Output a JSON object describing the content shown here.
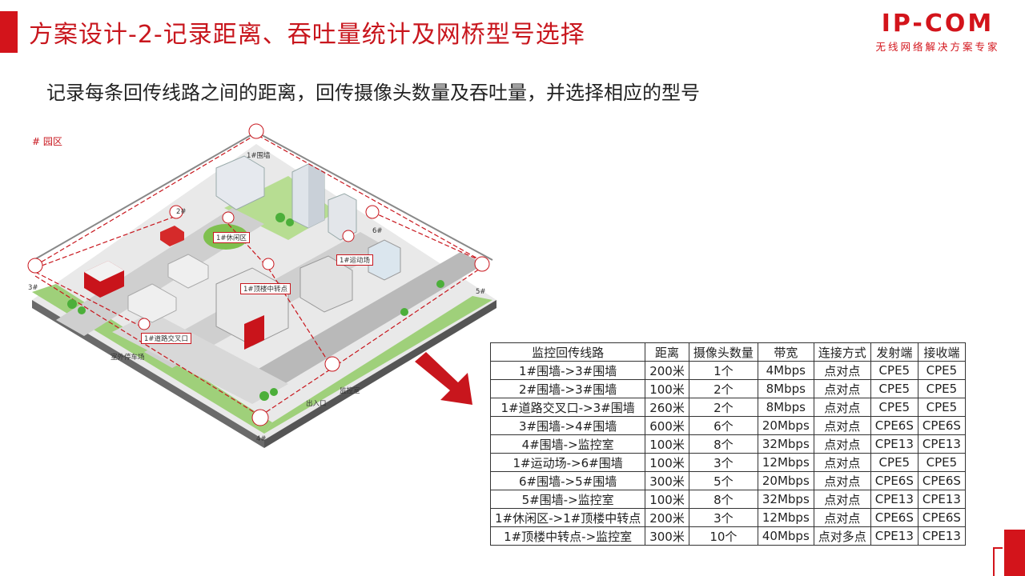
{
  "header": {
    "title": "方案设计-2-记录距离、吞吐量统计及网桥型号选择",
    "logo_main": "IP-COM",
    "logo_sub": "无线网络解决方案专家"
  },
  "subtitle": "记录每条回传线路之间的距离，回传摄像头数量及吞吐量，并选择相应的型号",
  "campus": {
    "label": "# 园区",
    "labels": {
      "wall1": "1#围墙",
      "wall2": "2#",
      "wall3": "3#",
      "wall4": "4#",
      "wall5": "5#",
      "wall6": "6#",
      "leisure": "1#休闲区",
      "sports": "1#运动场",
      "relay": "1#顶楼中转点",
      "crossroad": "1#道路交叉口",
      "parking": "室外停车场",
      "gate": "出入口",
      "monitor": "监控室"
    }
  },
  "table": {
    "headers": [
      "监控回传线路",
      "距离",
      "摄像头数量",
      "带宽",
      "连接方式",
      "发射端",
      "接收端"
    ],
    "rows": [
      [
        "1#围墙->3#围墙",
        "200米",
        "1个",
        "4Mbps",
        "点对点",
        "CPE5",
        "CPE5"
      ],
      [
        "2#围墙->3#围墙",
        "100米",
        "2个",
        "8Mbps",
        "点对点",
        "CPE5",
        "CPE5"
      ],
      [
        "1#道路交叉口->3#围墙",
        "260米",
        "2个",
        "8Mbps",
        "点对点",
        "CPE5",
        "CPE5"
      ],
      [
        "3#围墙->4#围墙",
        "600米",
        "6个",
        "20Mbps",
        "点对点",
        "CPE6S",
        "CPE6S"
      ],
      [
        "4#围墙->监控室",
        "100米",
        "8个",
        "32Mbps",
        "点对点",
        "CPE13",
        "CPE13"
      ],
      [
        "1#运动场->6#围墙",
        "100米",
        "3个",
        "12Mbps",
        "点对点",
        "CPE5",
        "CPE5"
      ],
      [
        "6#围墙->5#围墙",
        "300米",
        "5个",
        "20Mbps",
        "点对点",
        "CPE6S",
        "CPE6S"
      ],
      [
        "5#围墙->监控室",
        "100米",
        "8个",
        "32Mbps",
        "点对点",
        "CPE13",
        "CPE13"
      ],
      [
        "1#休闲区->1#顶楼中转点",
        "200米",
        "3个",
        "12Mbps",
        "点对点",
        "CPE6S",
        "CPE6S"
      ],
      [
        "1#顶楼中转点->监控室",
        "300米",
        "10个",
        "40Mbps",
        "点对多点",
        "CPE13",
        "CPE13"
      ]
    ]
  },
  "colors": {
    "brand_red": "#d3141b",
    "title_red": "#c8161d"
  }
}
